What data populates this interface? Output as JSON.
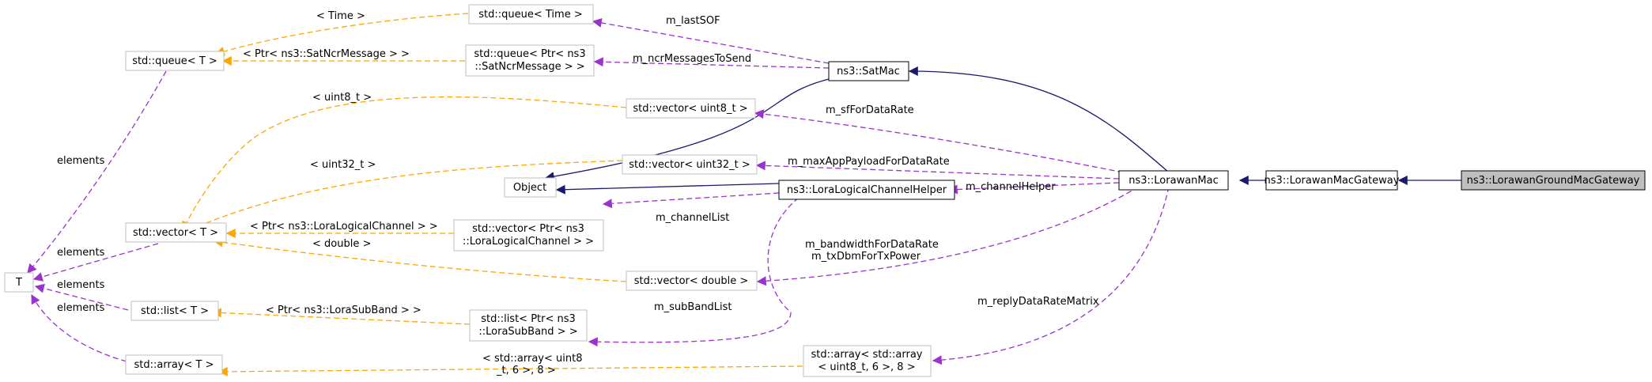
{
  "colors": {
    "inherit_edge": "#191970",
    "member_edge": "#9a32cd",
    "template_edge": "#ffa500",
    "node_border_main": "#000000",
    "node_border_ext": "#bfbfbf",
    "highlight_fill": "#bfbfbf"
  },
  "nodes": {
    "queue_time": "std::queue< Time >",
    "queue_t": "std::queue< T >",
    "queue_ptr_l1": "std::queue< Ptr< ns3",
    "queue_ptr_l2": "::SatNcrMessage > >",
    "satmac": "ns3::SatMac",
    "vector_uint8": "std::vector< uint8_t >",
    "object": "Object",
    "vector_uint32": "std::vector< uint32_t >",
    "lorawanmac": "ns3::LorawanMac",
    "lorawanmacgateway": "ns3::LorawanMacGateway",
    "lorawangroundmacgateway": "ns3::LorawanGroundMacGateway",
    "t": "T",
    "vector_t": "std::vector< T >",
    "vector_ptr_l1": "std::vector< Ptr< ns3",
    "vector_ptr_l2": "::LoraLogicalChannel > >",
    "loralogicalchannelhelper": "ns3::LoraLogicalChannelHelper",
    "vector_double": "std::vector< double >",
    "list_t": "std::list< T >",
    "list_ptr_l1": "std::list< Ptr< ns3",
    "list_ptr_l2": "::LoraSubBand > >",
    "array_t": "std::array< T >",
    "array_arr_l1": "std::array< std::array",
    "array_arr_l2": "< uint8_t, 6 >, 8 >"
  },
  "edge_labels": {
    "time": "< Time >",
    "ptr_satncr": "< Ptr< ns3::SatNcrMessage > >",
    "m_lastsof": "m_lastSOF",
    "m_ncrmessagestosend": "m_ncrMessagesToSend",
    "uint8": "< uint8_t >",
    "m_sffordatarate": "m_sfForDataRate",
    "uint32": "< uint32_t >",
    "m_maxapppayloadfordatarate": "m_maxAppPayloadForDataRate",
    "m_channelhelper": "m_channelHelper",
    "elements_queue": "elements",
    "ptr_loralogicalchannel": "< Ptr< ns3::LoraLogicalChannel > >",
    "m_channellist": "m_channelList",
    "elements_vector": "elements",
    "double": "< double >",
    "m_bandwidthfordatarate": "m_bandwidthForDataRate",
    "m_txdbmfortxpower": "m_txDbmForTxPower",
    "elements_list": "elements",
    "ptr_lorasubband": "< Ptr< ns3::LoraSubBand > >",
    "m_subbandlist": "m_subBandList",
    "elements_array": "elements",
    "m_replydataratematrix": "m_replyDataRateMatrix",
    "array_l1": "< std::array< uint8",
    "array_l2": "_t, 6 >, 8 >"
  }
}
